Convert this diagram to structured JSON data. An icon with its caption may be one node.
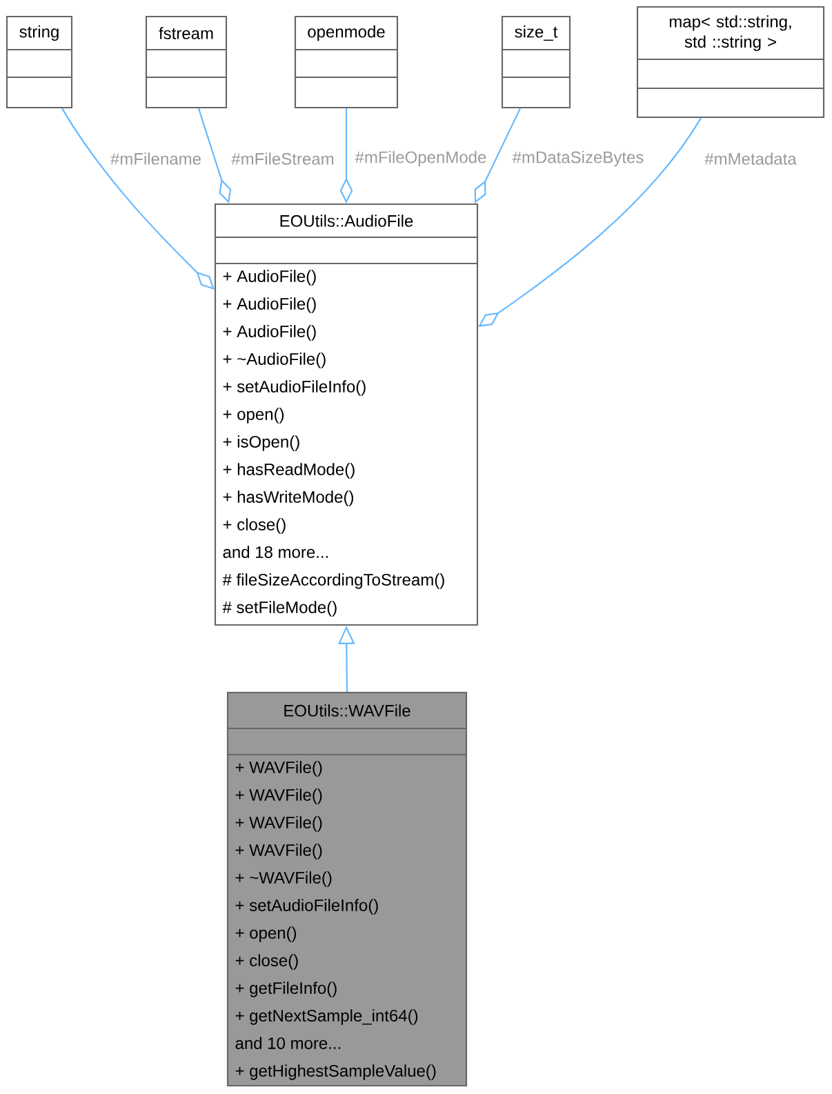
{
  "diagram": {
    "nodes": [
      {
        "text": [
          "string"
        ]
      },
      {
        "text": [
          "fstream"
        ]
      },
      {
        "text": [
          "openmode"
        ]
      },
      {
        "text": [
          "size_t"
        ]
      },
      {
        "text": [
          "map< std::string, std ::string >"
        ]
      },
      {
        "text": [
          "EOUtils::AudioFile",
          "+ AudioFile()",
          "+ AudioFile()",
          "+ AudioFile()",
          "+ ~AudioFile()",
          "+ setAudioFileInfo()",
          "+ open()",
          "+ isOpen()",
          "+ hasReadMode()",
          "+ hasWriteMode()",
          "+ close()",
          "and 18 more...",
          "# fileSizeAccordingToStream()",
          "# setFileMode()"
        ]
      },
      {
        "text": [
          "EOUtils::WAVFile",
          "+ WAVFile()",
          "+ WAVFile()",
          "+ WAVFile()",
          "+ WAVFile()",
          "+ ~WAVFile()",
          "+ setAudioFileInfo()",
          "+ open()",
          "+ close()",
          "+ getFileInfo()",
          "+ getNextSample_int64()",
          "and 10 more...",
          "+ getHighestSampleValue()"
        ]
      }
    ],
    "edges": [
      {
        "from": 0,
        "to": 5,
        "arrow": "other",
        "label": "#mFilename"
      },
      {
        "from": 1,
        "to": 5,
        "arrow": "other",
        "label": "#mFileStream"
      },
      {
        "from": 2,
        "to": 5,
        "arrow": "other",
        "label": "#mFileOpenMode"
      },
      {
        "from": 3,
        "to": 5,
        "arrow": "other",
        "label": "#mDataSizeBytes"
      },
      {
        "from": 4,
        "to": 5,
        "arrow": "other",
        "label": "#mMetadata"
      },
      {
        "from": 6,
        "to": 5,
        "arrow": "to"
      }
    ]
  }
}
